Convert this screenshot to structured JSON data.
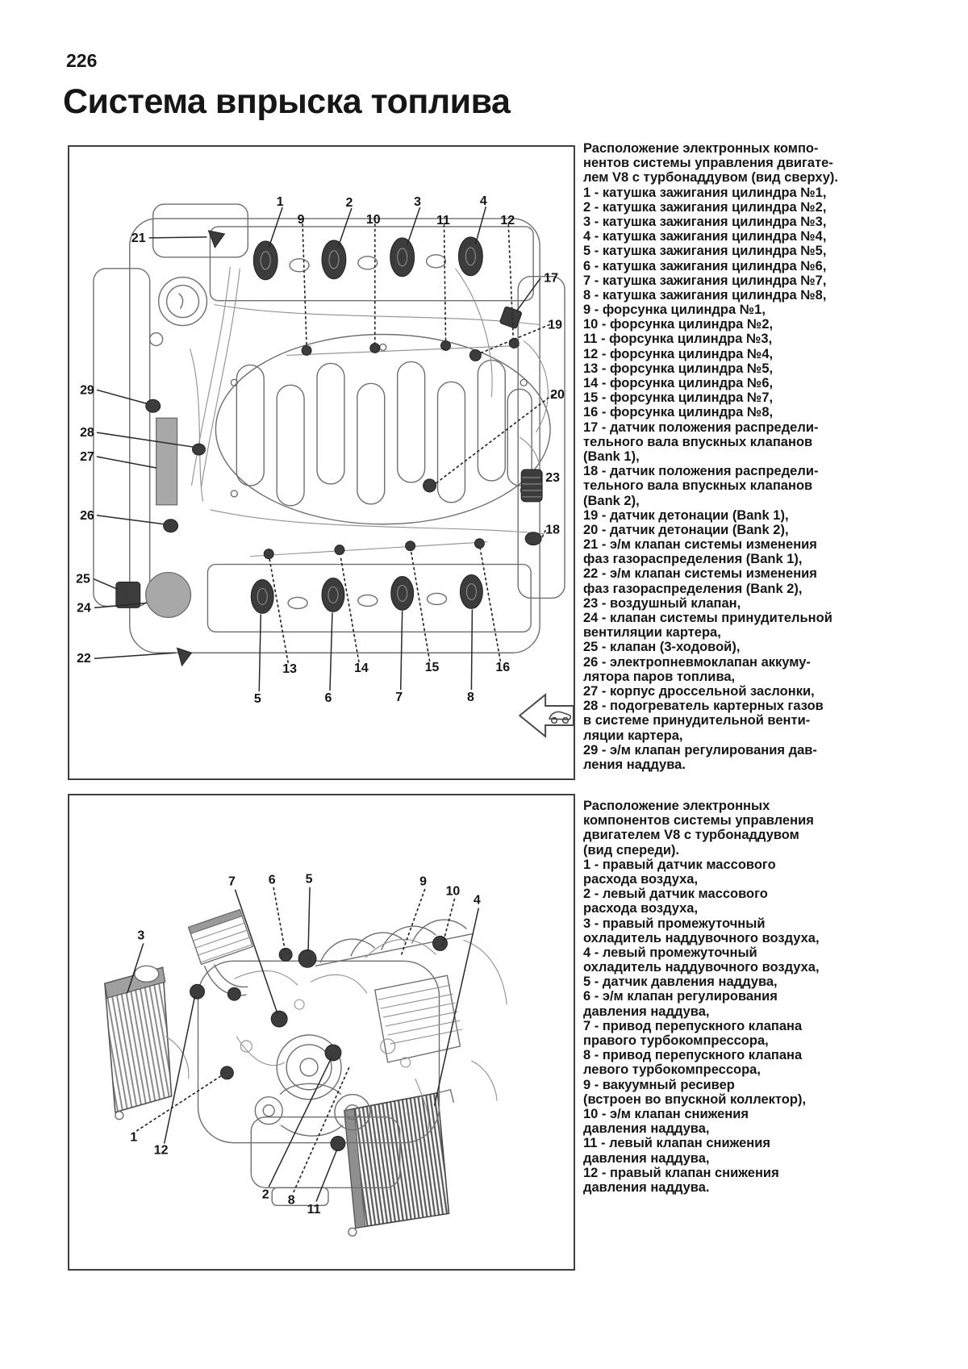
{
  "page": {
    "number": "226",
    "title": "Система впрыска топлива"
  },
  "colors": {
    "paper": "#ffffff",
    "ink": "#161616",
    "frame": "#3f3f3f",
    "drawing": "#6e6e6e",
    "dark_part": "#3c3c3c"
  },
  "figure_top": {
    "callouts": [
      "1",
      "9",
      "2",
      "10",
      "3",
      "11",
      "4",
      "12",
      "21",
      "29",
      "28",
      "27",
      "26",
      "25",
      "24",
      "22",
      "17",
      "19",
      "20",
      "23",
      "18",
      "13",
      "14",
      "15",
      "16",
      "5",
      "6",
      "7",
      "8"
    ]
  },
  "figure_front": {
    "callouts": [
      "7",
      "6",
      "5",
      "9",
      "10",
      "4",
      "3",
      "1",
      "12",
      "2",
      "8",
      "11"
    ]
  },
  "legend_top": {
    "lines": [
      "Расположение электронных компо-",
      "нентов системы управления двигате-",
      "лем V8 с турбонаддувом (вид сверху).",
      "1 - катушка зажигания цилиндра №1,",
      "2 - катушка зажигания цилиндра №2,",
      "3 - катушка зажигания цилиндра №3,",
      "4 - катушка зажигания цилиндра №4,",
      "5 - катушка зажигания цилиндра №5,",
      "6 - катушка зажигания цилиндра №6,",
      "7 - катушка зажигания цилиндра №7,",
      "8 - катушка зажигания цилиндра №8,",
      "9 - форсунка цилиндра №1,",
      "10 - форсунка цилиндра №2,",
      "11 - форсунка цилиндра №3,",
      "12 - форсунка цилиндра №4,",
      "13 - форсунка цилиндра №5,",
      "14 - форсунка цилиндра №6,",
      "15 - форсунка цилиндра №7,",
      "16 - форсунка цилиндра №8,",
      "17 - датчик положения распредели-",
      "тельного вала впускных клапанов",
      "(Bank 1),",
      "18 - датчик положения распредели-",
      "тельного вала впускных клапанов",
      "(Bank 2),",
      "19 - датчик детонации (Bank 1),",
      "20 - датчик детонации (Bank 2),",
      "21 - э/м клапан системы изменения",
      "фаз газораспределения (Bank 1),",
      "22 - э/м клапан системы изменения",
      "фаз газораспределения (Bank 2),",
      "23 - воздушный клапан,",
      "24 - клапан системы принудительной",
      "вентиляции картера,",
      "25 - клапан (3-ходовой),",
      "26 - электропневмоклапан аккуму-",
      "лятора паров топлива,",
      "27 - корпус дроссельной заслонки,",
      "28 - подогреватель картерных газов",
      "в системе принудительной венти-",
      "ляции картера,",
      "29 - э/м клапан регулирования дав-",
      "ления наддува."
    ]
  },
  "legend_front": {
    "lines": [
      "Расположение электронных",
      "компонентов системы управления",
      "двигателем V8 с турбонаддувом",
      "(вид спереди).",
      "1 - правый датчик массового",
      "расхода воздуха,",
      "2 - левый датчик массового",
      "расхода воздуха,",
      "3 - правый промежуточный",
      "охладитель наддувочного воздуха,",
      "4 - левый промежуточный",
      "охладитель наддувочного воздуха,",
      "5 - датчик давления наддува,",
      "6 - э/м клапан регулирования",
      "давления наддува,",
      "7 - привод перепускного клапана",
      "правого турбокомпрессора,",
      "8 - привод перепускного клапана",
      "левого турбокомпрессора,",
      "9 - вакуумный ресивер",
      "(встроен во впускной коллектор),",
      "10 - э/м клапан снижения",
      "давления наддува,",
      "11 - левый клапан снижения",
      "давления наддува,",
      "12 - правый клапан снижения",
      "давления наддува."
    ]
  }
}
